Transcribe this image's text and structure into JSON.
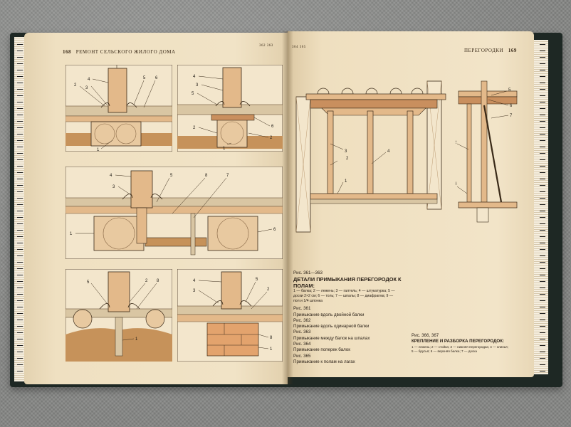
{
  "left_page": {
    "page_number": "168",
    "running_head": "РЕМОНТ СЕЛЬСКОГО ЖИЛОГО ДОМА",
    "corner_tag": "362 363"
  },
  "right_page": {
    "page_number": "169",
    "running_head": "ПЕРЕГОРОДКИ",
    "corner_tag": "364 365"
  },
  "caption_361": {
    "figure_ref": "Рис. 361—363",
    "title_line1": "ДЕТАЛИ ПРИМЫКАНИЯ ПЕРЕГОРОДОК К",
    "title_line2": "ПОЛАМ:",
    "legend_line1": "1 — балка; 2 — лежень; 3 — галтель; 4 — штукатурка; 5 —",
    "legend_line2": "доски 2×2 см; 6 — толь; 7 — шпалы; 8 — диафрагма; 9 —",
    "legend_line3": "пол и 1/4 шпонка",
    "entries": [
      {
        "ref": "Рис. 361",
        "text": "Примыкание вдоль двойной балки"
      },
      {
        "ref": "Рис. 362",
        "text": "Примыкание вдоль одинарной балки"
      },
      {
        "ref": "Рис. 363",
        "text": "Примыкание между балок на шпалах"
      },
      {
        "ref": "Рис. 364",
        "text": "Примыкание поперек балок"
      },
      {
        "ref": "Рис. 365",
        "text": "Примыкание к полам на лагах"
      }
    ]
  },
  "caption_366": {
    "figure_ref": "Рис. 366, 367",
    "title": "КРЕПЛЕНИЕ И РАЗБОРКА ПЕРЕГОРОДОК:",
    "legend_line1": "1 — лежень; 2 — стойка; 3 — нижняя перегородка; 4 — клинья;",
    "legend_line2": "5 — брусья; 6 — верхняя балка; 7 — доска"
  },
  "callouts": {
    "n1": "1",
    "n2": "2",
    "n3": "3",
    "n4": "4",
    "n5": "5",
    "n6": "6",
    "n7": "7",
    "n8": "8"
  },
  "colors": {
    "page": "#efe0c1",
    "wood": "#e3b98a",
    "wood_dark": "#c98f5e",
    "board": "#d9c6a3",
    "soil": "#c6925a",
    "cover": "#1e2824",
    "ink": "#1e1a14"
  }
}
